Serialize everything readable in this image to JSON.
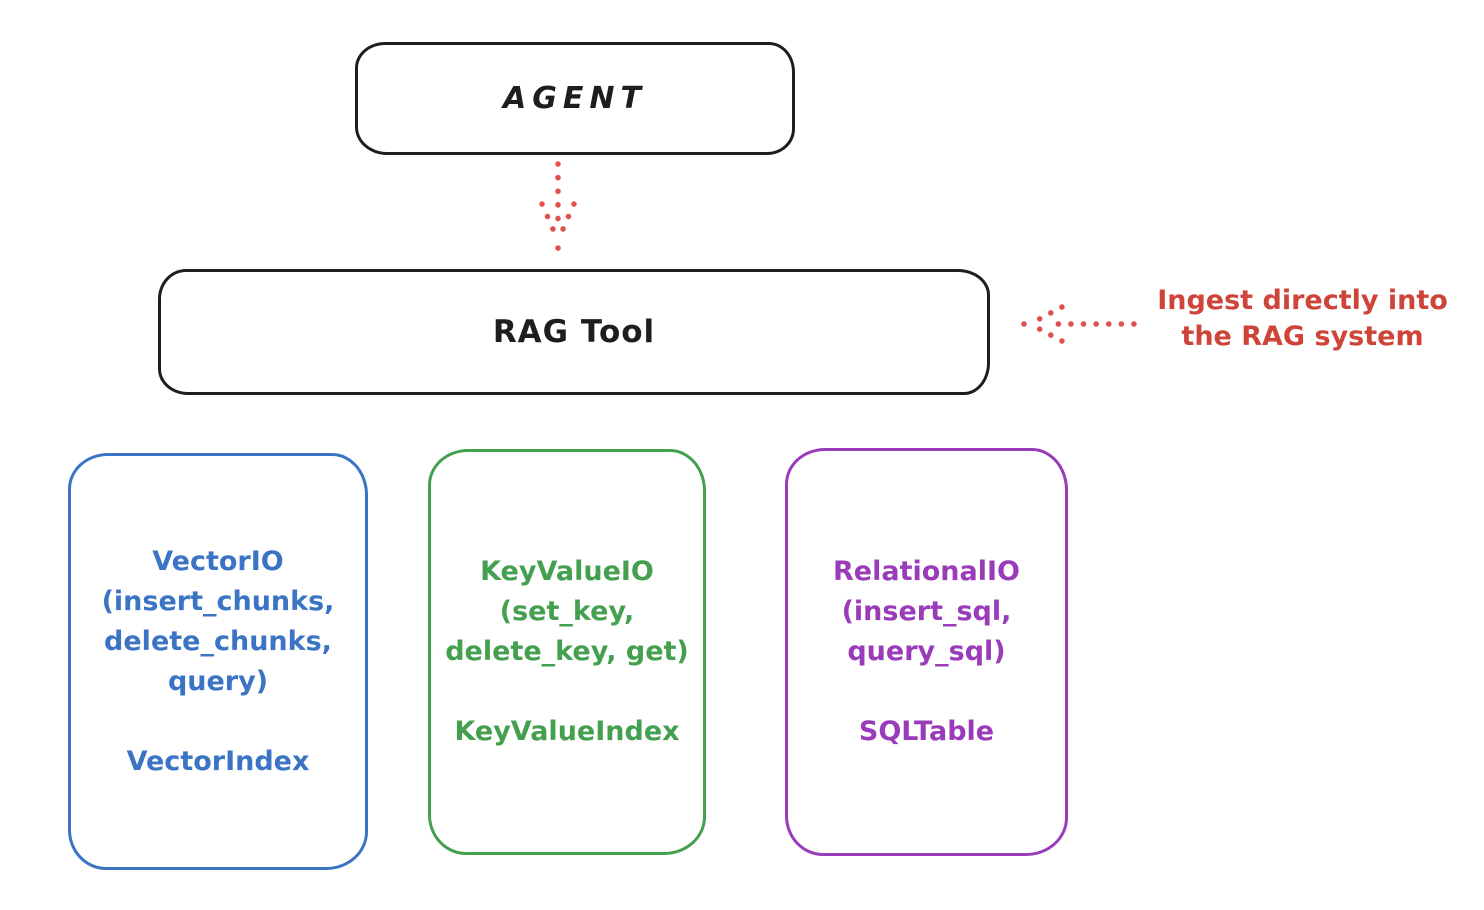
{
  "agent": {
    "label": "AGENT"
  },
  "rag_tool": {
    "label": "RAG Tool"
  },
  "annotation": {
    "lines": [
      "Ingest directly into",
      "the RAG system"
    ],
    "color": "#ce4438"
  },
  "colors": {
    "stroke": "#1e1e1e",
    "arrow_red": "#e05050",
    "background": "#ffffff"
  },
  "backends": [
    {
      "name": "vector-io",
      "color": "#3b74c4",
      "io_lines": [
        "VectorIO",
        "(insert_chunks,",
        "delete_chunks,",
        "query)"
      ],
      "index_label": "VectorIndex"
    },
    {
      "name": "keyvalue-io",
      "color": "#44a04f",
      "io_lines": [
        "KeyValueIO",
        "(set_key,",
        "delete_key, get)"
      ],
      "index_label": "KeyValueIndex"
    },
    {
      "name": "relational-io",
      "color": "#9a3cba",
      "io_lines": [
        "RelationalIO",
        "(insert_sql,",
        "query_sql)"
      ],
      "index_label": "SQLTable"
    }
  ]
}
